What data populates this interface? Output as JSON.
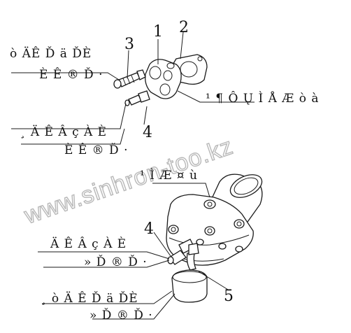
{
  "part_numbers": {
    "n1": "1",
    "n2": "2",
    "n3": "3",
    "n4_top": "4",
    "n4_bottom": "4",
    "n5": "5"
  },
  "labels": {
    "top_left_line1": "ò ÄÊ Ď ä ĎÈ",
    "top_left_line2": "È Ê ® Ď ·",
    "top_right": "¹ ¶ Ô Ų Ì Å Æ ò à",
    "mid_left_line1": "¸ Ä Ê Â ç À È",
    "mid_left_line2": "È Ê ® Ď ·",
    "housing": "¹ Ì Æ ¤ ù",
    "bottom_left1_line1": "Ä Ê Â ç À È",
    "bottom_left1_line2": "» Ď ® Ď ·",
    "bottom_left2_line1": "¸ ò Ä Ê Ď ä ĎÈ",
    "bottom_left2_line2": "» Ď ® Ď ·"
  },
  "watermark": "www.sinhron-too.kz"
}
